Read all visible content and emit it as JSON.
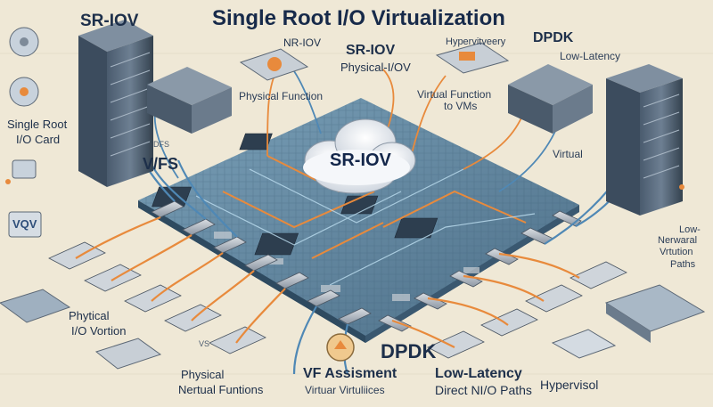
{
  "title": "Single Root I/O Virtualization",
  "labels": {
    "sr_iov_top_left": "SR-IOV",
    "dpdk_top_right": "DPDK",
    "nr_iov": "NR-IOV",
    "sr_iov_mid": "SR-IOV",
    "physical_iov": "Physical-I/OV",
    "hypervisor_top": "Hypervitveery",
    "low_latency_top": "Low-Latency",
    "physical_function": "Physical Function",
    "virtual_function": "Virtual Function",
    "to_vms": "to VMs",
    "single_root_card_line1": "Single Root",
    "single_root_card_line2": "I/O Card",
    "vfs": "V/FS",
    "dfs": "DFS",
    "vqv": "VQV",
    "cloud": "SR-IOV",
    "virtual_right": "Virtual",
    "low_nerwork_line1": "Low-",
    "low_nerwork_line2": "Nerwaral",
    "low_nerwork_line3": "Vrtution",
    "low_nerwork_line4": "Paths",
    "phytical_line1": "Phytical",
    "phytical_line2": "I/O Vortion",
    "vs": "VS",
    "physical_bottom_line1": "Physical",
    "physical_bottom_line2": "Nertual Funtions",
    "vf_assignment_line1": "VF Assisment",
    "vf_assignment_line2": "Virtuar Virtuliices",
    "dpdk_bottom": "DPDK",
    "low_latency_bottom_line1": "Low-Latency",
    "low_latency_bottom_line2": "Direct NI/O Paths",
    "hypervisor_bottom": "Hypervisol"
  },
  "colors": {
    "background": "#efe8d6",
    "board": "#5e8199",
    "board_edge": "#3f5f77",
    "cable_orange": "#e88a3c",
    "cable_blue": "#4f88b5",
    "server_dark": "#3c4c5e",
    "title_text": "#172a4a"
  },
  "icons": [
    "server-rack-icon",
    "nic-card-icon",
    "cloud-icon",
    "switch-icon",
    "disk-icon",
    "hypervisor-icon"
  ]
}
